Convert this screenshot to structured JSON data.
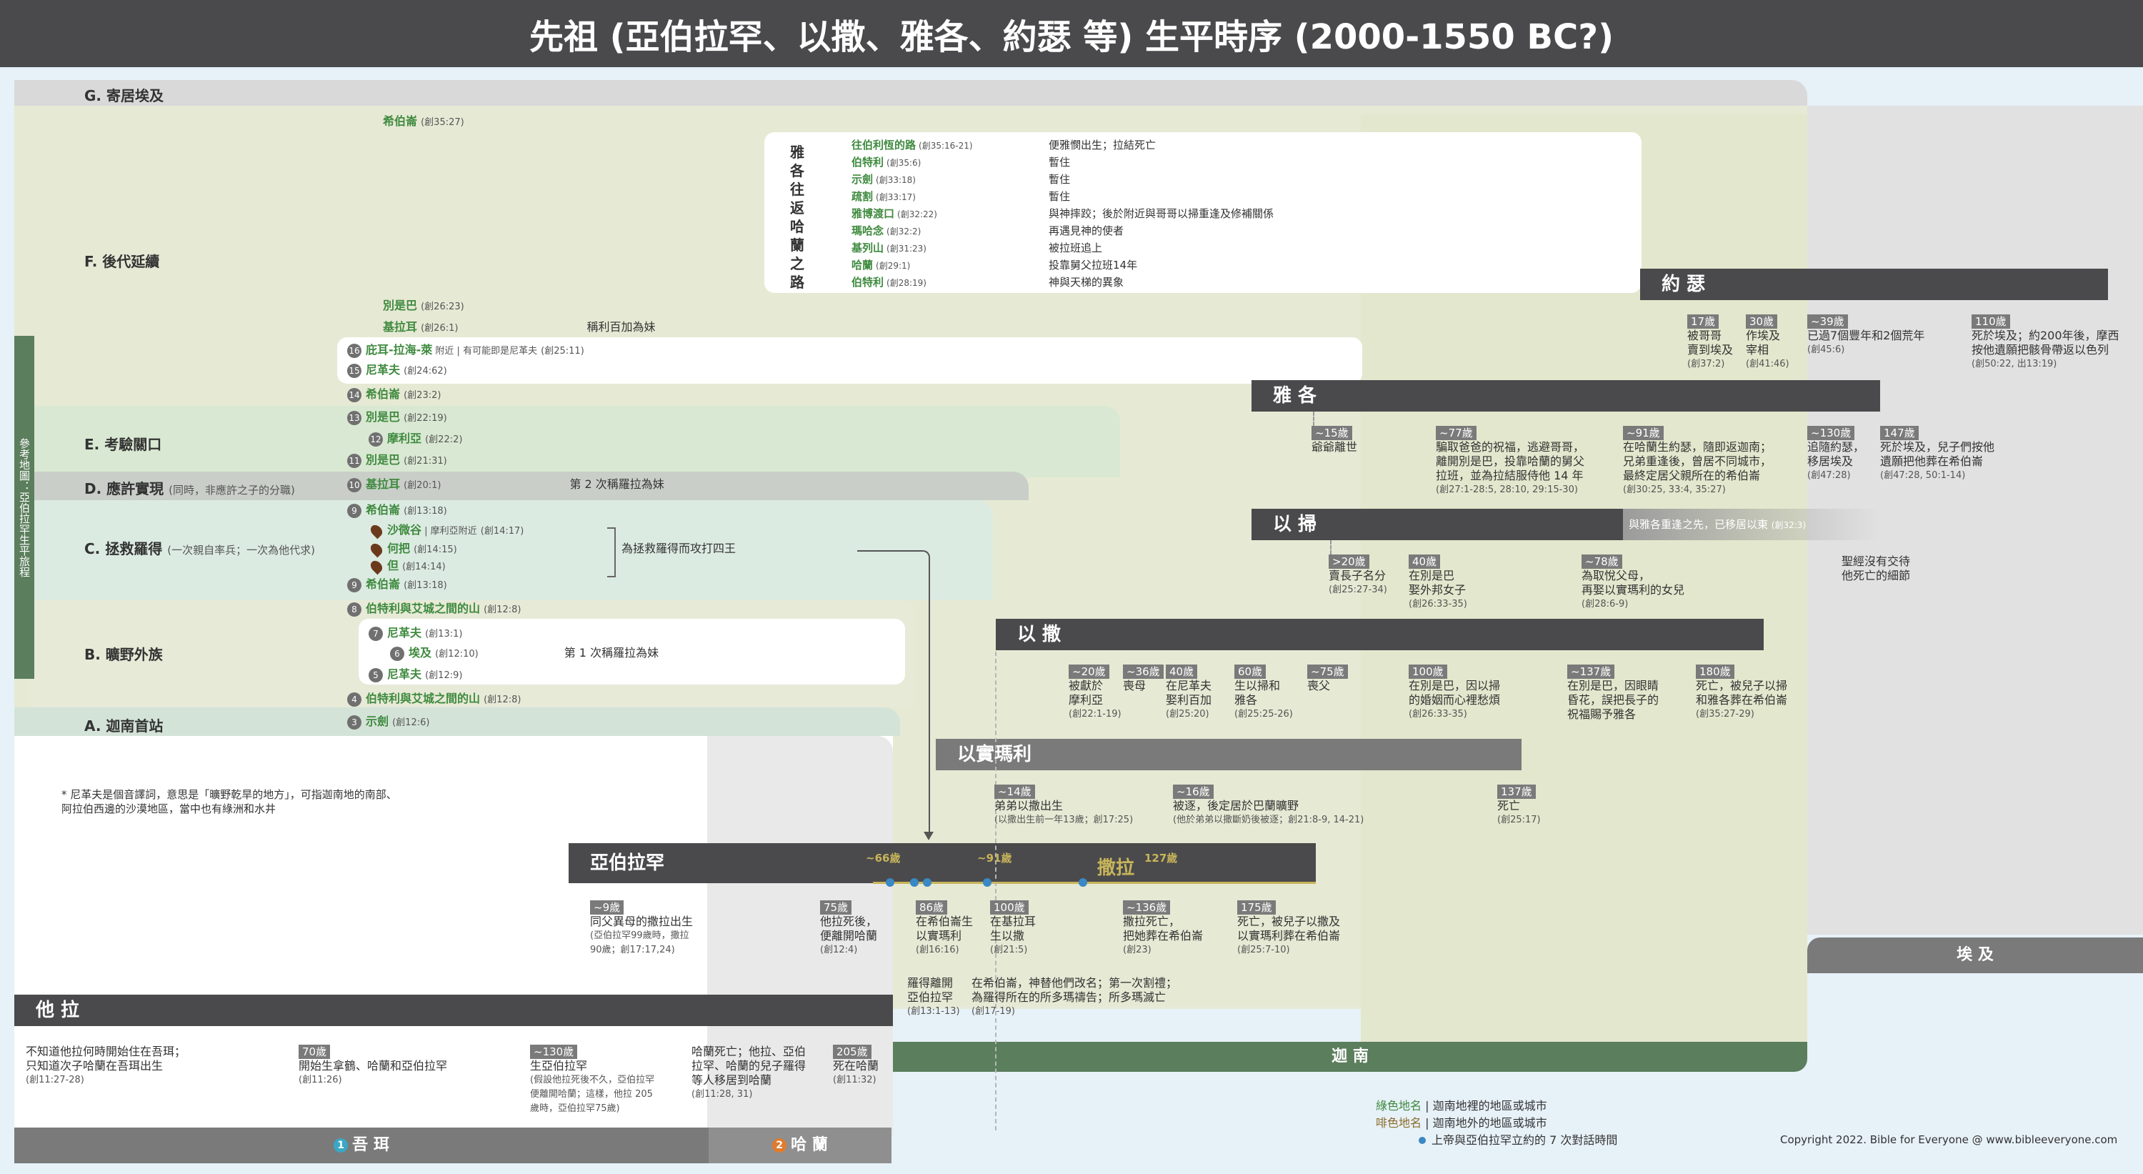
{
  "title": "先祖 (亞伯拉罕、以撒、雅各、約瑟 等) 生平時序 (2000-1550 BC?)",
  "sections": {
    "G": "G. 寄居埃及",
    "F": "F. 後代延續",
    "E": "E. 考驗關口",
    "D": "D. 應許實現",
    "D_sub": "(同時，非應許之子的分職)",
    "C": "C. 拯救羅得",
    "C_sub": "(一次親自率兵；一次為他代求)",
    "B": "B. 曠野外族",
    "A": "A. 迦南首站"
  },
  "sidebar_label": "參考地圖：亞伯拉罕生平旅程",
  "events": {
    "g1_pl": "希伯崙",
    "g1_ref": "(創35:27)",
    "f1_pl": "別是巴",
    "f1_ref": "(創26:23)",
    "f2_pl": "基拉耳",
    "f2_ref": "(創26:1)",
    "f2_note": "稱利百加為妹",
    "n16": "16",
    "e16_pl": "庇耳-拉海-萊",
    "e16_tx": " 附近 | 有可能即是尼革夫",
    "e16_ref": "(創25:11)",
    "n15": "15",
    "e15_pl": "尼革夫",
    "e15_ref": "(創24:62)",
    "n14": "14",
    "e14_pl": "希伯崙",
    "e14_ref": "(創23:2)",
    "n13": "13",
    "e13_pl": "別是巴",
    "e13_ref": "(創22:19)",
    "n12": "12",
    "e12_pl": "摩利亞",
    "e12_ref": "(創22:2)",
    "n11": "11",
    "e11_pl": "別是巴",
    "e11_ref": "(創21:31)",
    "n10": "10",
    "e10_pl": "基拉耳",
    "e10_ref": "(創20:1)",
    "e10_note": "第 2 次稱羅拉為妹",
    "n9a": "9",
    "e9a_pl": "希伯崙",
    "e9a_ref": "(創13:18)",
    "c1_pl": "沙微谷",
    "c1_tx": " | 摩利亞附近",
    "c1_ref": "(創14:17)",
    "c2_pl": "何把",
    "c2_ref": "(創14:15)",
    "c3_pl": "但",
    "c3_ref": "(創14:14)",
    "c_note": "為拯救羅得而攻打四王",
    "n9b": "9",
    "e9b_pl": "希伯崙",
    "e9b_ref": "(創13:18)",
    "n8": "8",
    "e8_pl": "伯特利與艾城之間的山",
    "e8_ref": "(創12:8)",
    "n7": "7",
    "e7_pl": "尼革夫",
    "e7_ref": "(創13:1)",
    "n6": "6",
    "e6_pl": "埃及",
    "e6_ref": "(創12:10)",
    "e6_note": "第 1 次稱羅拉為妹",
    "n5": "5",
    "e5_pl": "尼革夫",
    "e5_ref": "(創12:9)",
    "n4": "4",
    "e4_pl": "伯特利與艾城之間的山",
    "e4_ref": "(創12:8)",
    "n3": "3",
    "e3_pl": "示劍",
    "e3_ref": "(創12:6)"
  },
  "jacob_route": {
    "title": "雅各往返哈蘭之路",
    "rows": [
      {
        "place": "往伯利恆的路",
        "ref": "(創35:16-21)",
        "desc": "便雅憫出生；拉結死亡"
      },
      {
        "place": "伯特利",
        "ref": "(創35:6)",
        "desc": "暫住"
      },
      {
        "place": "示劍",
        "ref": "(創33:18)",
        "desc": "暫住"
      },
      {
        "place": "疏割",
        "ref": "(創33:17)",
        "desc": "暫住"
      },
      {
        "place": "雅博渡口",
        "ref": "(創32:22)",
        "desc": "與神摔跤；後於附近與哥哥以掃重逢及修補關係"
      },
      {
        "place": "瑪哈念",
        "ref": "(創32:2)",
        "desc": "再遇見神的使者"
      },
      {
        "place": "基列山",
        "ref": "(創31:23)",
        "desc": "被拉班追上"
      },
      {
        "place": "哈蘭",
        "ref": "(創29:1)",
        "desc": "投靠舅父拉班14年"
      },
      {
        "place": "伯特利",
        "ref": "(創28:19)",
        "desc": "神與天梯的異象"
      }
    ]
  },
  "persons": {
    "joseph": "約 瑟",
    "jacob": "雅 各",
    "esau": "以 掃",
    "isaac": "以 撒",
    "ishmael": "以實瑪利",
    "abraham": "亞伯拉罕",
    "terah": "他 拉",
    "sarah": "撒拉",
    "egypt": "埃 及",
    "canaan": "迦 南",
    "ur": "吾 珥",
    "haran": "哈 蘭"
  },
  "abraham_marks": {
    "m66": "~66歲",
    "m91": "~91歲",
    "m127": "127歲"
  },
  "joseph_notes": [
    {
      "age": "17歲",
      "text": "被哥哥\n賣到埃及",
      "ref": "(創37:2)"
    },
    {
      "age": "30歲",
      "text": "作埃及\n宰相",
      "ref": "(創41:46)"
    },
    {
      "age": "~39歲",
      "text": "已過7個豐年和2個荒年",
      "ref": "(創45:6)"
    },
    {
      "age": "110歲",
      "text": "死於埃及；約200年後，摩西\n按他遺願把骸骨帶返以色列",
      "ref": "(創50:22, 出13:19)"
    }
  ],
  "jacob_notes": [
    {
      "age": "~15歲",
      "text": "爺爺離世",
      "ref": ""
    },
    {
      "age": "~77歲",
      "text": "騙取爸爸的祝福，逃避哥哥，\n離開別是巴，投靠哈蘭的舅父\n拉班，並為拉結服侍他 14 年",
      "ref": "(創27:1-28:5, 28:10, 29:15-30)"
    },
    {
      "age": "~91歲",
      "text": "在哈蘭生約瑟，隨即返迦南；\n兄弟重逢後，曾居不同城市，\n最終定居父親所在的希伯崙",
      "ref": "(創30:25, 33:4, 35:27)"
    },
    {
      "age": "~130歲",
      "text": "追隨約瑟，\n移居埃及",
      "ref": "(創47:28)"
    },
    {
      "age": "147歲",
      "text": "死於埃及，兒子們按他\n遺願把他葬在希伯崙",
      "ref": "(創47:28, 50:1-14)"
    }
  ],
  "esau_notes": [
    {
      "age": ">20歲",
      "text": "賣長子名分",
      "ref": "(創25:27-34)"
    },
    {
      "age": "40歲",
      "text": "在別是巴\n娶外邦女子",
      "ref": "(創26:33-35)"
    },
    {
      "age": "~78歲",
      "text": "為取悅父母，\n再娶以實瑪利的女兒",
      "ref": "(創28:6-9)"
    }
  ],
  "esau_bar_note": "與雅各重逢之先，已移居以東",
  "esau_bar_ref": "(創32:3)",
  "esau_death": "聖經沒有交待\n他死亡的細節",
  "isaac_notes": [
    {
      "age": "~20歲",
      "text": "被獻於\n摩利亞",
      "ref": "(創22:1-19)"
    },
    {
      "age": "~36歲",
      "text": "喪母",
      "ref": ""
    },
    {
      "age": "40歲",
      "text": "在尼革夫\n娶利百加",
      "ref": "(創25:20)"
    },
    {
      "age": "60歲",
      "text": "生以掃和\n雅各",
      "ref": "(創25:25-26)"
    },
    {
      "age": "~75歲",
      "text": "喪父",
      "ref": ""
    },
    {
      "age": "100歲",
      "text": "在別是巴，因以掃\n的婚姻而心裡愁煩",
      "ref": "(創26:33-35)"
    },
    {
      "age": "~137歲",
      "text": "在別是巴，因眼睛\n昏花，誤把長子的\n祝福賜予雅各",
      "ref": ""
    },
    {
      "age": "180歲",
      "text": "死亡，被兒子以掃\n和雅各葬在希伯崙",
      "ref": "(創35:27-29)"
    }
  ],
  "ishmael_notes": [
    {
      "age": "~14歲",
      "text": "弟弟以撒出生",
      "ref": "(以撒出生前一年13歲；創17:25)"
    },
    {
      "age": "~16歲",
      "text": "被逐，後定居於巴蘭曠野",
      "ref": "(他於弟弟以撒斷奶後被逐；創21:8-9, 14-21)"
    },
    {
      "age": "137歲",
      "text": "死亡",
      "ref": "(創25:17)"
    }
  ],
  "abraham_notes": [
    {
      "age": "~9歲",
      "text": "同父異母的撒拉出生",
      "ref": "(亞伯拉罕99歲時，撒拉\n90歲；創17:17,24)"
    },
    {
      "age": "75歲",
      "text": "他拉死後，\n便離開哈蘭",
      "ref": "(創12:4)"
    },
    {
      "age": "86歲",
      "text": "在希伯崙生\n以實瑪利",
      "ref": "(創16:16)"
    },
    {
      "age": "100歲",
      "text": "在基拉耳\n生以撒",
      "ref": "(創21:5)"
    },
    {
      "age": "~136歲",
      "text": "撒拉死亡，\n把她葬在希伯崙",
      "ref": "(創23)"
    },
    {
      "age": "175歲",
      "text": "死亡，被兒子以撒及\n以實瑪利葬在希伯崙",
      "ref": "(創25:7-10)"
    }
  ],
  "abraham_low_notes": [
    {
      "text": "羅得離開\n亞伯拉罕",
      "ref": "(創13:1-13)"
    },
    {
      "text": "在希伯崙，神替他們改名；第一次割禮；\n為羅得所在的所多瑪禱告；所多瑪滅亡",
      "ref": "(創17-19)"
    }
  ],
  "terah_notes": [
    {
      "age": "",
      "text": "不知道他拉何時開始住在吾珥；\n只知道次子哈蘭在吾珥出生",
      "ref": "(創11:27-28)"
    },
    {
      "age": "70歲",
      "text": "開始生拿鶴、哈蘭和亞伯拉罕",
      "ref": "(創11:26)"
    },
    {
      "age": "~130歲",
      "text": "生亞伯拉罕",
      "ref": "(假設他拉死後不久，亞伯拉罕\n便離開哈蘭；這樣，他拉 205\n歲時，亞伯拉罕75歲)"
    },
    {
      "age": "",
      "text": "哈蘭死亡；他拉、亞伯\n拉罕、哈蘭的兒子羅得\n等人移居到哈蘭",
      "ref": "(創11:28, 31)"
    },
    {
      "age": "205歲",
      "text": "死在哈蘭",
      "ref": "(創11:32)"
    }
  ],
  "footnote": "* 尼革夫是個音譯詞，意思是「曠野乾旱的地方」，可指迦南地的南部、\n阿拉伯西邊的沙漠地區，當中也有綠洲和水井",
  "legend": {
    "green": "綠色地名",
    "green_desc": "| 迦南地裡的地區或城市",
    "brown": "啡色地名",
    "brown_desc": "| 迦南地外的地區或城市",
    "dot_desc": "上帝與亞伯拉罕立約的 7 次對話時間"
  },
  "copyright": "Copyright 2022. Bible for Everyone @ www.bibleeveryone.com",
  "circle_nums": {
    "ur": "1",
    "haran": "2"
  }
}
